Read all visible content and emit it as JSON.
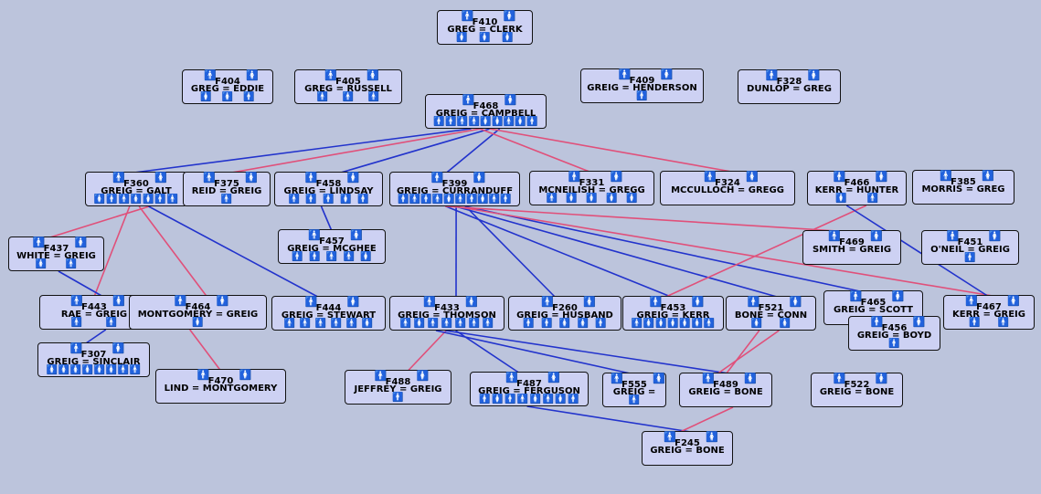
{
  "colors": {
    "background": "#bcc4dc",
    "box": "#cdd1f3",
    "male": "#2233cc",
    "female": "#e0507a"
  },
  "icons": {
    "male": "male-person-icon",
    "female": "female-person-icon"
  },
  "families": [
    {
      "id": "F410",
      "names": "GREG = CLERK",
      "kids": [
        "f",
        "f",
        "f"
      ]
    },
    {
      "id": "F404",
      "names": "GREG = EDDIE",
      "kids": [
        "f",
        "f",
        "m"
      ]
    },
    {
      "id": "F405",
      "names": "GREG = RUSSELL",
      "kids": [
        "m",
        "m",
        "m"
      ]
    },
    {
      "id": "F409",
      "names": "GREIG = HENDERSON",
      "kids": [
        "m"
      ]
    },
    {
      "id": "F328",
      "names": "DUNLOP = GREG",
      "kids": []
    },
    {
      "id": "F468",
      "names": "GREIG = CAMPBELL",
      "kids": [
        "m",
        "m",
        "m",
        "m",
        "f",
        "f",
        "m",
        "f",
        "m"
      ]
    },
    {
      "id": "F360",
      "names": "GREIG = GALT",
      "kids": [
        "f",
        "m",
        "m",
        "f",
        "f",
        "m",
        "m"
      ]
    },
    {
      "id": "F375",
      "names": "REID = GREIG",
      "kids": [
        "m"
      ]
    },
    {
      "id": "F458",
      "names": "GREIG = LINDSAY",
      "kids": [
        "m",
        "m",
        "m",
        "f",
        "m"
      ]
    },
    {
      "id": "F399",
      "names": "GREIG = CURRANDUFF",
      "kids": [
        "m",
        "m",
        "m",
        "m",
        "f",
        "m",
        "m",
        "f",
        "m",
        "m"
      ]
    },
    {
      "id": "F331",
      "names": "MCNEILISH = GREGG",
      "kids": [
        "m",
        "f",
        "f",
        "f",
        "f"
      ]
    },
    {
      "id": "F324",
      "names": "MCCULLOCH = GREGG",
      "kids": []
    },
    {
      "id": "F466",
      "names": "KERR = HUNTER",
      "kids": [
        "f",
        "m"
      ]
    },
    {
      "id": "F385",
      "names": "MORRIS = GREG",
      "kids": []
    },
    {
      "id": "F437",
      "names": "WHITE = GREIG",
      "kids": [
        "f",
        "m"
      ]
    },
    {
      "id": "F457",
      "names": "GREIG = MCGHEE",
      "kids": [
        "m",
        "m",
        "m",
        "m",
        "f"
      ]
    },
    {
      "id": "F469",
      "names": "SMITH = GREIG",
      "kids": []
    },
    {
      "id": "F451",
      "names": "O'NEIL = GREIG",
      "kids": [
        "m"
      ]
    },
    {
      "id": "F443",
      "names": "RAE = GREIG",
      "kids": [
        "m",
        "m"
      ]
    },
    {
      "id": "F464",
      "names": "MONTGOMERY = GREIG",
      "kids": [
        "f"
      ]
    },
    {
      "id": "F444",
      "names": "GREIG = STEWART",
      "kids": [
        "m",
        "m",
        "m",
        "m",
        "m",
        "f"
      ]
    },
    {
      "id": "F433",
      "names": "GREIG = THOMSON",
      "kids": [
        "m",
        "f",
        "m",
        "m",
        "m",
        "m",
        "m"
      ]
    },
    {
      "id": "F260",
      "names": "GREIG = HUSBAND",
      "kids": [
        "m",
        "m",
        "f",
        "f",
        "m"
      ]
    },
    {
      "id": "F453",
      "names": "GREIG = KERR",
      "kids": [
        "m",
        "f",
        "f",
        "f",
        "f",
        "f",
        "m"
      ]
    },
    {
      "id": "F521",
      "names": "BONE = CONN",
      "kids": [
        "f",
        "f"
      ]
    },
    {
      "id": "F465",
      "names": "GREIG = SCOTT",
      "kids": []
    },
    {
      "id": "F456",
      "names": "GREIG = BOYD",
      "kids": [
        "m"
      ]
    },
    {
      "id": "F467",
      "names": "KERR = GREIG",
      "kids": [
        "m",
        "m"
      ]
    },
    {
      "id": "F307",
      "names": "GREIG = SINCLAIR",
      "kids": [
        "f",
        "f",
        "f",
        "f",
        "f",
        "f",
        "m",
        "m"
      ]
    },
    {
      "id": "F470",
      "names": "LIND = MONTGOMERY",
      "kids": []
    },
    {
      "id": "F488",
      "names": "JEFFREY = GREIG",
      "kids": [
        "m"
      ]
    },
    {
      "id": "F487",
      "names": "GREIG = FERGUSON",
      "kids": [
        "m",
        "f",
        "m",
        "m",
        "f",
        "m",
        "f",
        "m"
      ]
    },
    {
      "id": "F555",
      "names": "GREIG =",
      "kids": [
        "m"
      ]
    },
    {
      "id": "F489",
      "names": "GREIG = BONE",
      "kids": []
    },
    {
      "id": "F522",
      "names": "GREIG = BONE",
      "kids": []
    },
    {
      "id": "F245",
      "names": "GREIG = BONE",
      "kids": []
    }
  ],
  "links": [
    {
      "from": "F468",
      "to": "F360",
      "type": "m"
    },
    {
      "from": "F468",
      "to": "F375",
      "type": "f"
    },
    {
      "from": "F468",
      "to": "F458",
      "type": "m"
    },
    {
      "from": "F468",
      "to": "F399",
      "type": "m"
    },
    {
      "from": "F468",
      "to": "F331",
      "type": "f"
    },
    {
      "from": "F468",
      "to": "F324",
      "type": "f"
    },
    {
      "from": "F360",
      "to": "F437",
      "type": "f"
    },
    {
      "from": "F360",
      "to": "F443",
      "type": "f"
    },
    {
      "from": "F360",
      "to": "F464",
      "type": "f"
    },
    {
      "from": "F360",
      "to": "F444",
      "type": "m"
    },
    {
      "from": "F458",
      "to": "F457",
      "type": "m"
    },
    {
      "from": "F437",
      "to": "F443",
      "type": "m"
    },
    {
      "from": "F443",
      "to": "F307",
      "type": "m"
    },
    {
      "from": "F464",
      "to": "F470",
      "type": "f"
    },
    {
      "from": "F399",
      "to": "F433",
      "type": "m"
    },
    {
      "from": "F399",
      "to": "F260",
      "type": "m"
    },
    {
      "from": "F399",
      "to": "F453",
      "type": "m"
    },
    {
      "from": "F399",
      "to": "F521",
      "type": "m"
    },
    {
      "from": "F399",
      "to": "F465",
      "type": "m"
    },
    {
      "from": "F399",
      "to": "F469",
      "type": "f"
    },
    {
      "from": "F399",
      "to": "F467",
      "type": "f"
    },
    {
      "from": "F466",
      "to": "F453",
      "type": "f"
    },
    {
      "from": "F466",
      "to": "F467",
      "type": "m"
    },
    {
      "from": "F433",
      "to": "F488",
      "type": "f"
    },
    {
      "from": "F433",
      "to": "F487",
      "type": "m"
    },
    {
      "from": "F433",
      "to": "F555",
      "type": "m"
    },
    {
      "from": "F433",
      "to": "F489",
      "type": "m"
    },
    {
      "from": "F521",
      "to": "F489",
      "type": "f"
    },
    {
      "from": "F521",
      "to": "F489",
      "type": "f"
    },
    {
      "from": "F487",
      "to": "F245",
      "type": "m"
    },
    {
      "from": "F489",
      "to": "F245",
      "type": "f"
    }
  ]
}
